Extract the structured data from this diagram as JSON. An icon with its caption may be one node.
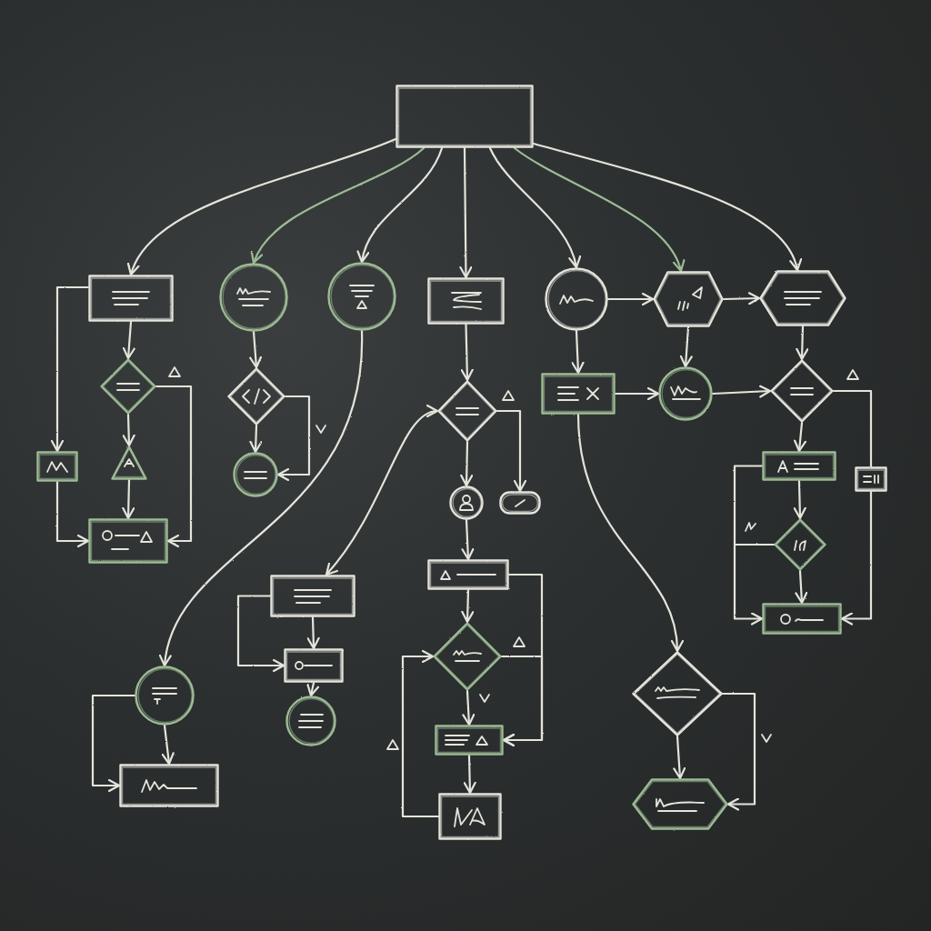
{
  "diagram": {
    "nodes": [
      {
        "text": [],
        "shape": "box"
      },
      {
        "text": [],
        "shape": "box"
      },
      {
        "text": [],
        "shape": "circle"
      },
      {
        "text": [],
        "shape": "circle"
      },
      {
        "text": [],
        "shape": "box"
      },
      {
        "text": [],
        "shape": "circle"
      },
      {
        "text": [],
        "shape": "hexagon"
      },
      {
        "text": [],
        "shape": "hexagon"
      },
      {
        "text": [],
        "shape": "diamond"
      },
      {
        "text": [],
        "shape": "box"
      },
      {
        "text": [],
        "shape": "triangle"
      },
      {
        "text": [],
        "shape": "box"
      },
      {
        "text": [],
        "shape": "diamond"
      },
      {
        "text": [],
        "shape": "circle"
      },
      {
        "text": [],
        "shape": "diamond"
      },
      {
        "text": [],
        "shape": "circle"
      },
      {
        "text": [],
        "shape": "box"
      },
      {
        "text": [],
        "shape": "box"
      },
      {
        "text": [],
        "shape": "diamond"
      },
      {
        "text": [],
        "shape": "box"
      },
      {
        "text": [],
        "shape": "box"
      },
      {
        "text": [],
        "shape": "box"
      },
      {
        "text": [],
        "shape": "circle"
      },
      {
        "text": [],
        "shape": "diamond"
      },
      {
        "text": [],
        "shape": "box"
      },
      {
        "text": [],
        "shape": "box"
      },
      {
        "text": [],
        "shape": "diamond"
      },
      {
        "text": [],
        "shape": "box"
      },
      {
        "text": [],
        "shape": "box"
      },
      {
        "text": [],
        "shape": "box"
      },
      {
        "text": [],
        "shape": "circle"
      },
      {
        "text": [],
        "shape": "circle"
      },
      {
        "text": [],
        "shape": "box"
      },
      {
        "text": [],
        "shape": "diamond"
      },
      {
        "text": [],
        "shape": "hexagon"
      }
    ],
    "edges": [
      {
        "from": 0,
        "to": 1,
        "arrow": "to"
      },
      {
        "from": 0,
        "to": 2,
        "arrow": "to",
        "color": "#9dbb96"
      },
      {
        "from": 0,
        "to": 3,
        "arrow": "to"
      },
      {
        "from": 0,
        "to": 4,
        "arrow": "to"
      },
      {
        "from": 0,
        "to": 5,
        "arrow": "to"
      },
      {
        "from": 0,
        "to": 6,
        "arrow": "to",
        "color": "#9dbb96"
      },
      {
        "from": 0,
        "to": 7,
        "arrow": "to"
      },
      {
        "from": 1,
        "to": 8,
        "arrow": "to"
      },
      {
        "from": 1,
        "to": 9,
        "arrow": "to"
      },
      {
        "from": 8,
        "to": 10,
        "arrow": "to"
      },
      {
        "from": 10,
        "to": 11,
        "arrow": "to"
      },
      {
        "from": 9,
        "to": 11,
        "arrow": "to"
      },
      {
        "from": 8,
        "to": 11,
        "arrow": "to"
      },
      {
        "from": 2,
        "to": 12,
        "arrow": "to"
      },
      {
        "from": 12,
        "to": 13,
        "arrow": "to"
      },
      {
        "from": 12,
        "to": 13,
        "arrow": "to"
      },
      {
        "from": 3,
        "to": 31,
        "arrow": "to"
      },
      {
        "from": 4,
        "to": 14,
        "arrow": "to"
      },
      {
        "from": 14,
        "to": 15,
        "arrow": "to"
      },
      {
        "from": 14,
        "to": 16,
        "arrow": "to"
      },
      {
        "from": 15,
        "to": 17,
        "arrow": "to"
      },
      {
        "from": 17,
        "to": 18,
        "arrow": "to"
      },
      {
        "from": 17,
        "to": 19,
        "arrow": "to"
      },
      {
        "from": 18,
        "to": 19,
        "arrow": "to"
      },
      {
        "from": 18,
        "to": 19,
        "arrow": "to"
      },
      {
        "from": 19,
        "to": 20,
        "arrow": "to"
      },
      {
        "from": 20,
        "to": 18,
        "arrow": "to"
      },
      {
        "from": 28,
        "to": 14,
        "arrow": "both"
      },
      {
        "from": 5,
        "to": 6,
        "arrow": "to"
      },
      {
        "from": 6,
        "to": 7,
        "arrow": "to"
      },
      {
        "from": 5,
        "to": 21,
        "arrow": "to"
      },
      {
        "from": 6,
        "to": 22,
        "arrow": "to"
      },
      {
        "from": 7,
        "to": 23,
        "arrow": "to"
      },
      {
        "from": 21,
        "to": 22,
        "arrow": "to"
      },
      {
        "from": 22,
        "to": 23,
        "arrow": "to"
      },
      {
        "from": 21,
        "to": 33,
        "arrow": "to"
      },
      {
        "from": 23,
        "to": 24,
        "arrow": "to"
      },
      {
        "from": 23,
        "to": 25,
        "arrow": "none"
      },
      {
        "from": 25,
        "to": 27,
        "arrow": "to"
      },
      {
        "from": 24,
        "to": 26,
        "arrow": "none"
      },
      {
        "from": 24,
        "to": 26,
        "arrow": "to"
      },
      {
        "from": 26,
        "to": 27,
        "arrow": "to"
      },
      {
        "from": 26,
        "to": 27,
        "arrow": "to"
      },
      {
        "from": 33,
        "to": 34,
        "arrow": "to"
      },
      {
        "from": 33,
        "to": 34,
        "arrow": "to"
      },
      {
        "from": 28,
        "to": 29,
        "arrow": "to"
      },
      {
        "from": 28,
        "to": 29,
        "arrow": "to"
      },
      {
        "from": 29,
        "to": 30,
        "arrow": "to"
      },
      {
        "from": 31,
        "to": 32,
        "arrow": "to"
      },
      {
        "from": 31,
        "to": 32,
        "arrow": "to"
      }
    ]
  }
}
